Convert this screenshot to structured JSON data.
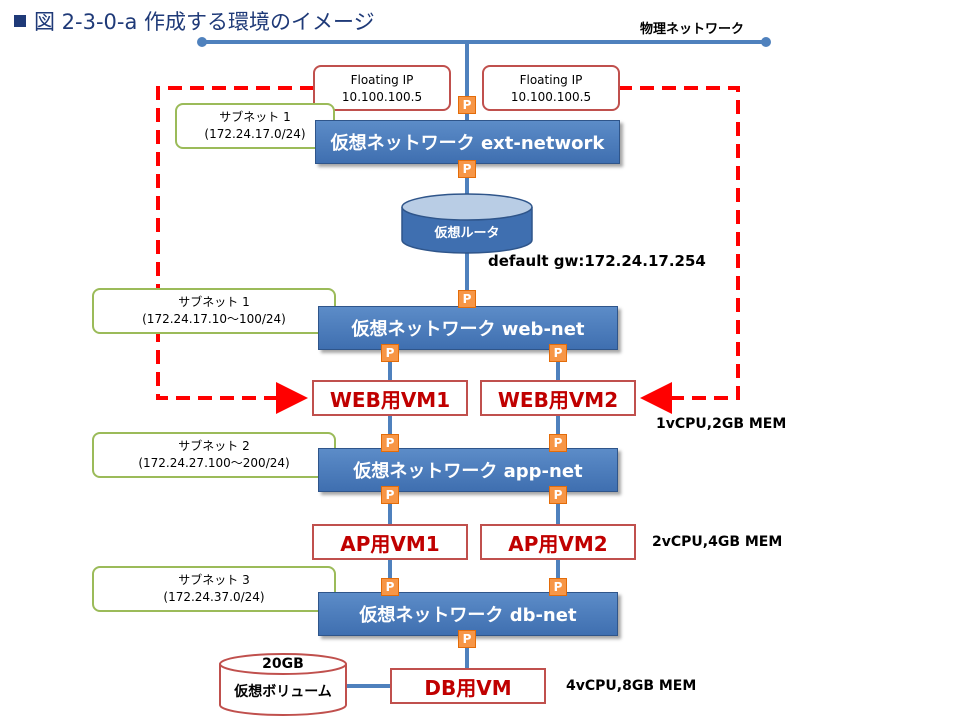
{
  "title": "図 2-3-0-a 作成する環境のイメージ",
  "physical_network": "物理ネットワーク",
  "floating_ips": [
    {
      "label": "Floating IP",
      "address": "10.100.100.5"
    },
    {
      "label": "Floating IP",
      "address": "10.100.100.5"
    }
  ],
  "subnets": [
    {
      "name": "サブネット 1",
      "cidr": "(172.24.17.0/24)"
    },
    {
      "name": "サブネット 1",
      "cidr": "(172.24.17.10～100/24)"
    },
    {
      "name": "サブネット 2",
      "cidr": "(172.24.27.100～200/24)"
    },
    {
      "name": "サブネット 3",
      "cidr": "(172.24.37.0/24)"
    }
  ],
  "networks": {
    "ext": "仮想ネットワーク ext-network",
    "web": "仮想ネットワーク web-net",
    "app": "仮想ネットワーク app-net",
    "db": "仮想ネットワーク db-net"
  },
  "router": {
    "label": "仮想ルータ",
    "gateway": "default gw:172.24.17.254"
  },
  "vms": {
    "web1": "WEB用VM1",
    "web2": "WEB用VM2",
    "ap1": "AP用VM1",
    "ap2": "AP用VM2",
    "db": "DB用VM"
  },
  "specs": {
    "web": "1vCPU,2GB MEM",
    "ap": "2vCPU,4GB MEM",
    "db": "4vCPU,8GB MEM"
  },
  "volume": {
    "size": "20GB",
    "label": "仮想ボリューム"
  },
  "port_label": "P",
  "colors": {
    "network": "#4f81bd",
    "vm_border": "#c0504d",
    "port": "#f79646",
    "subnet_border": "#9bbb59",
    "floating_link": "#ff0000"
  }
}
